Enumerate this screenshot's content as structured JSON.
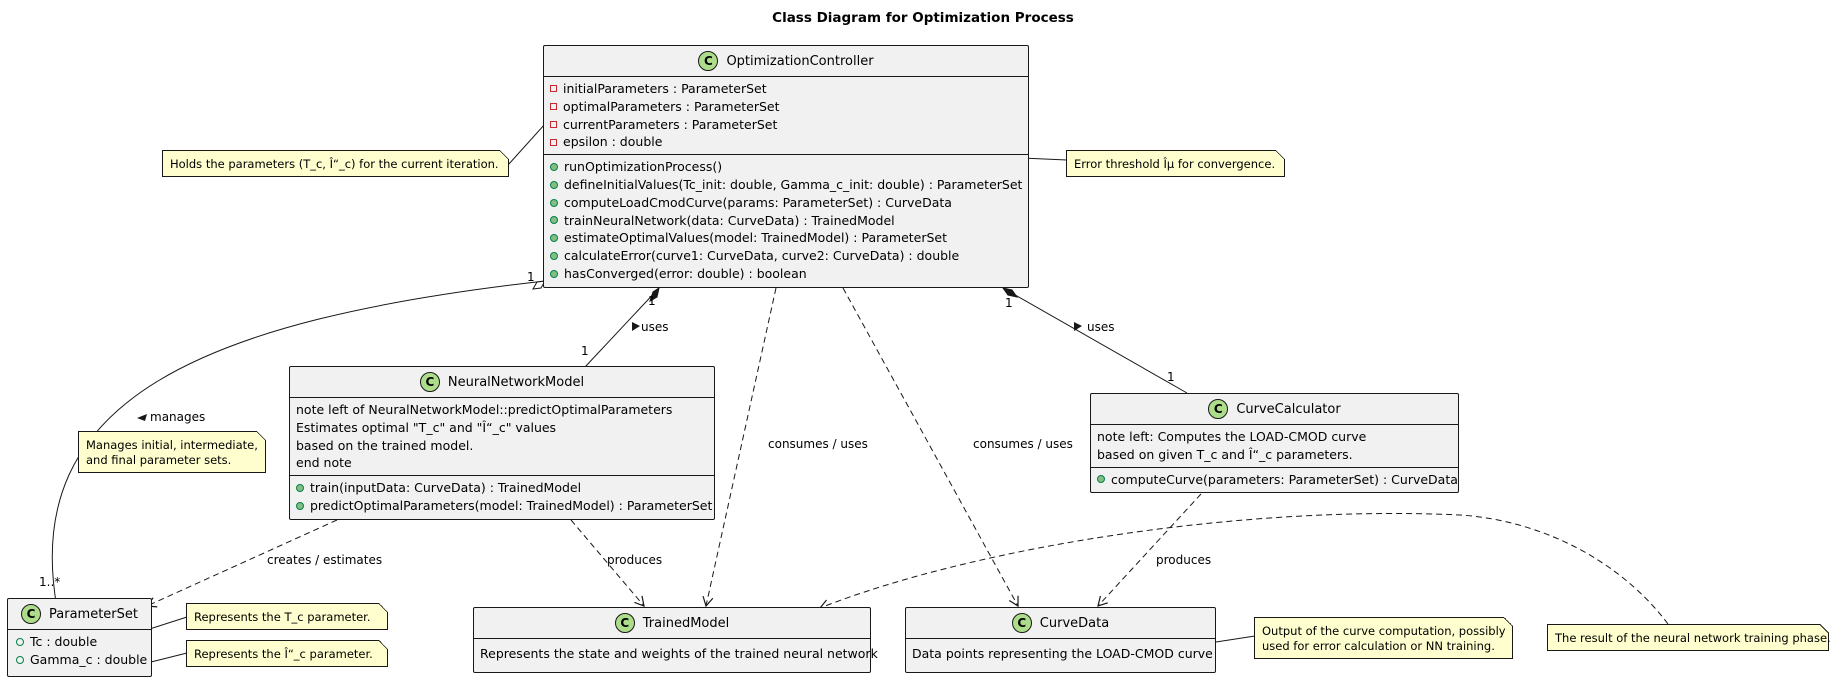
{
  "title": "Class Diagram for Optimization Process",
  "classes": {
    "optimization_controller": {
      "name": "OptimizationController",
      "stereotype_letter": "C",
      "fields": [
        "initialParameters : ParameterSet",
        "optimalParameters : ParameterSet",
        "currentParameters : ParameterSet",
        "epsilon : double"
      ],
      "methods": [
        "runOptimizationProcess()",
        "defineInitialValues(Tc_init: double, Gamma_c_init: double) : ParameterSet",
        "computeLoadCmodCurve(params: ParameterSet) : CurveData",
        "trainNeuralNetwork(data: CurveData) : TrainedModel",
        "estimateOptimalValues(model: TrainedModel) : ParameterSet",
        "calculateError(curve1: CurveData, curve2: CurveData) : double",
        "hasConverged(error: double) : boolean"
      ]
    },
    "neural_network_model": {
      "name": "NeuralNetworkModel",
      "stereotype_letter": "C",
      "comments": [
        "note left of NeuralNetworkModel::predictOptimalParameters",
        "Estimates optimal \"T_c\" and \"Î“_c\" values",
        "based on the trained model.",
        "end note"
      ],
      "methods": [
        "train(inputData: CurveData) : TrainedModel",
        "predictOptimalParameters(model: TrainedModel) : ParameterSet"
      ]
    },
    "curve_calculator": {
      "name": "CurveCalculator",
      "stereotype_letter": "C",
      "comments": [
        "note left: Computes the LOAD-CMOD curve",
        "based on given T_c and Î“_c parameters."
      ],
      "methods": [
        "computeCurve(parameters: ParameterSet) : CurveData"
      ]
    },
    "parameter_set": {
      "name": "ParameterSet",
      "stereotype_letter": "C",
      "fields": [
        "Tc : double",
        "Gamma_c : double"
      ]
    },
    "trained_model": {
      "name": "TrainedModel",
      "stereotype_letter": "C",
      "body": "Represents the state and weights of the trained neural network"
    },
    "curve_data": {
      "name": "CurveData",
      "stereotype_letter": "C",
      "body": "Data points representing the LOAD-CMOD curve"
    }
  },
  "notes": {
    "current_params": "Holds the parameters (T_c, Î“_c) for the current iteration.",
    "epsilon": "Error threshold Îµ for convergence.",
    "manages_sets": [
      "Manages initial, intermediate,",
      "and final parameter sets."
    ],
    "tc_param": "Represents the T_c parameter.",
    "gamma_param": "Represents the Î“_c parameter.",
    "curve_output": [
      "Output of the curve computation, possibly",
      "used for error calculation or NN training."
    ],
    "training_result": "The result of the neural network training phase."
  },
  "edge_labels": {
    "uses_nn": "uses",
    "uses_cc": "uses",
    "manages": "manages",
    "consumes_tm": "consumes / uses",
    "consumes_cd": "consumes / uses",
    "creates_estimates": "creates / estimates",
    "produces_tm": "produces",
    "produces_cd": "produces"
  },
  "multiplicities": {
    "oc_ps_1": "1",
    "ps_many": "1..*",
    "oc_nn_1": "1",
    "nn_1": "1",
    "oc_cc_1": "1",
    "cc_1": "1"
  },
  "colors": {
    "class_fill": "#f1f1f1",
    "class_icon": "#addd8a",
    "note_fill": "#fefece",
    "line": "#181818",
    "private_marker": "#c82930",
    "public_marker": "#84be84"
  }
}
